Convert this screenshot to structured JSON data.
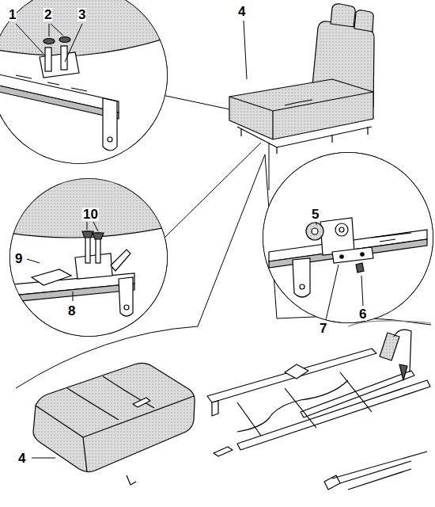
{
  "diagram": {
    "labels": [
      "1",
      "2",
      "3",
      "4",
      "5",
      "6",
      "7",
      "8",
      "9",
      "10",
      "4"
    ]
  }
}
